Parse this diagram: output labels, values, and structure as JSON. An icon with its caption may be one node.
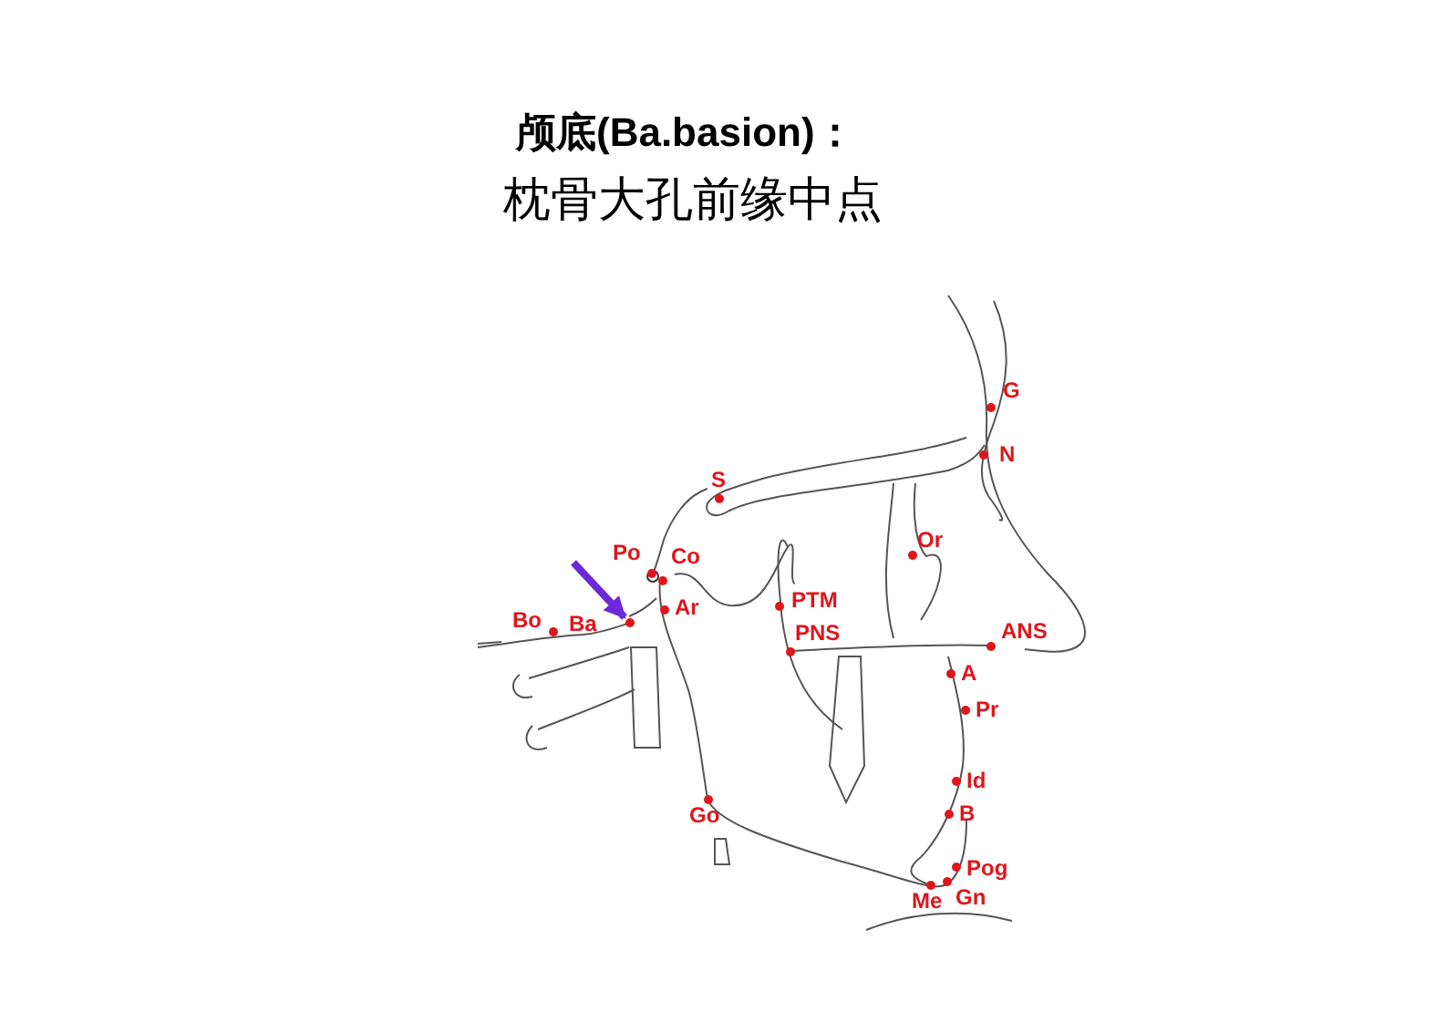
{
  "diagram": {
    "title": "颅底(Ba.basion)：",
    "nodes": [
      {
        "text": [
          "Ba"
        ]
      },
      {
        "text": [],
        "shape": "circle"
      }
    ],
    "edges": [
      {
        "from": null,
        "to": 1,
        "arrow": "to",
        "color": "#6a2ad6"
      }
    ],
    "labels": [
      "枕骨大孔前缘中点",
      "G",
      "N",
      "S",
      "Or",
      "Po",
      "Co",
      "Bo",
      "Ar",
      "PTM",
      "PNS",
      "ANS",
      "A",
      "Pr",
      "Id",
      "Go",
      "B",
      "Pog",
      "Me",
      "Gn"
    ]
  }
}
